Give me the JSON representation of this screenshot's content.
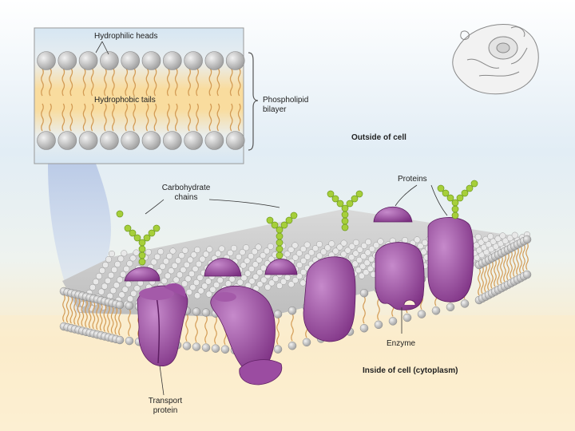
{
  "labels": {
    "hydrophilic_heads": "Hydrophilic heads",
    "hydrophobic_tails": "Hydrophobic tails",
    "phospholipid_bilayer_line1": "Phospholipid",
    "phospholipid_bilayer_line2": "bilayer",
    "outside_of_cell": "Outside of cell",
    "carbohydrate_chains_line1": "Carbohydrate",
    "carbohydrate_chains_line2": "chains",
    "proteins": "Proteins",
    "enzyme": "Enzyme",
    "inside_of_cell": "Inside of cell (cytoplasm)",
    "transport_protein_line1": "Transport",
    "transport_protein_line2": "protein"
  },
  "colors": {
    "protein": "#8b3f8f",
    "protein_light": "#b46ab8",
    "carbohydrate": "#a6cf3a",
    "phosphate_head": "#c9c9c9",
    "tail": "#d9a45a",
    "inset_top": "#dbe9f4",
    "inset_middle": "#f8dfa8",
    "background_lower": "#fbeccb"
  }
}
